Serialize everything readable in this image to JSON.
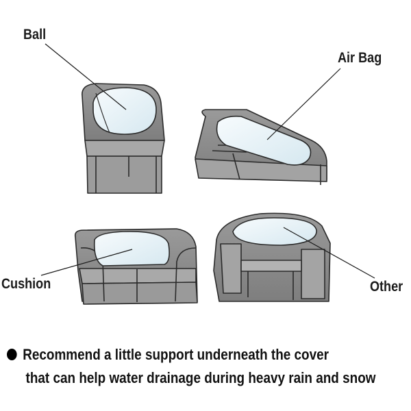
{
  "labels": {
    "ball": "Ball",
    "air_bag": "Air Bag",
    "cushion": "Cushion",
    "other": "Other"
  },
  "note": {
    "line1": "Recommend a little support underneath the cover",
    "line2": "that can help water drainage during heavy rain and snow"
  },
  "colors": {
    "cover_fill": "#8a8a8a",
    "cover_light": "#b5b5b5",
    "support_fill": "#e9f3f7",
    "line": "#2a2a2a"
  }
}
